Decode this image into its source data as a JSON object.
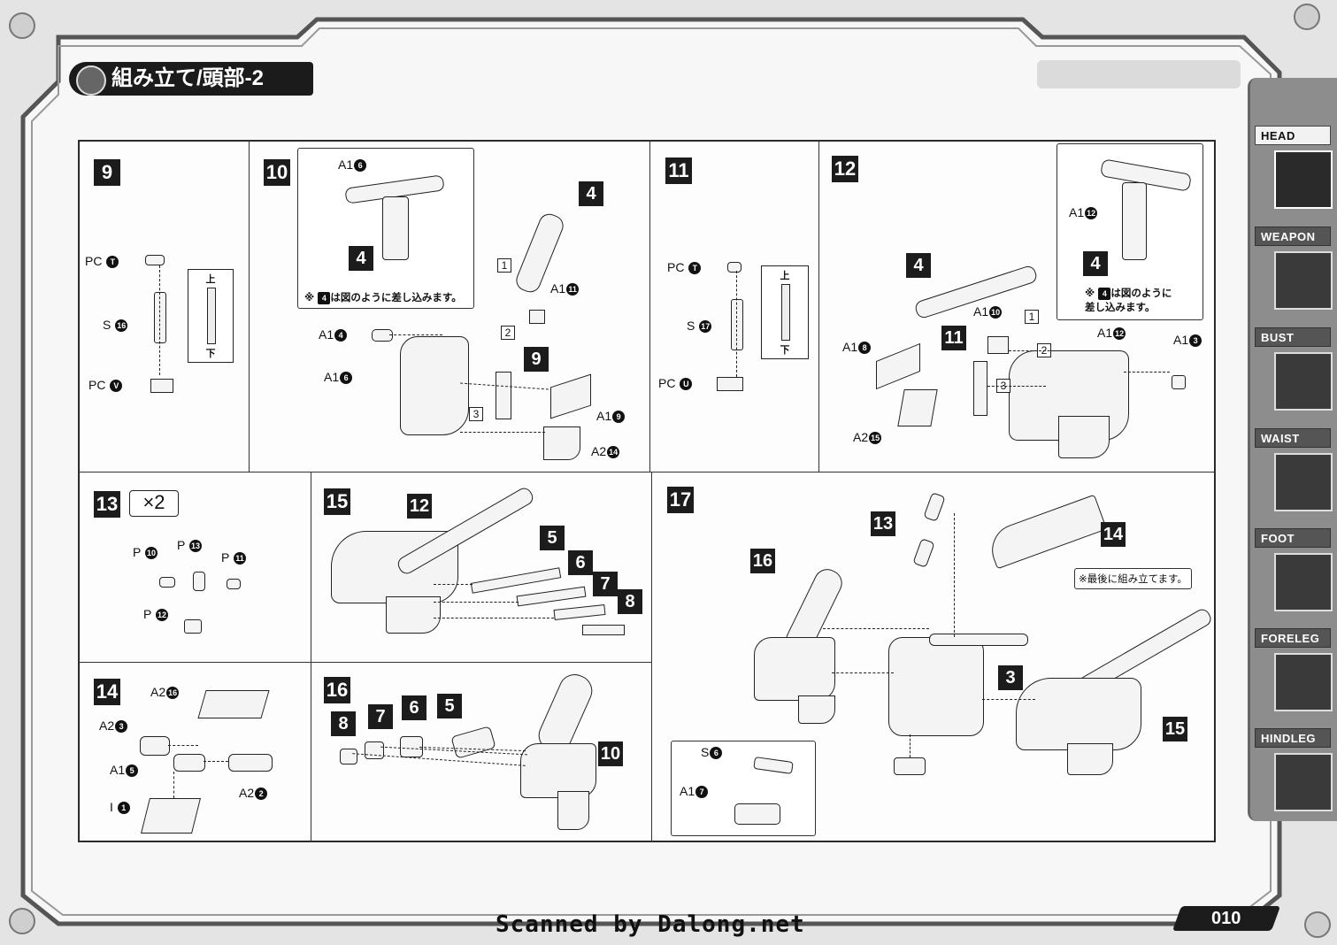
{
  "header": {
    "title": "組み立て/頭部-2"
  },
  "sidebar": {
    "tabs": [
      {
        "label": "HEAD",
        "active": true
      },
      {
        "label": "WEAPON",
        "active": false
      },
      {
        "label": "BUST",
        "active": false
      },
      {
        "label": "WAIST",
        "active": false
      },
      {
        "label": "FOOT",
        "active": false
      },
      {
        "label": "FORELEG",
        "active": false
      },
      {
        "label": "HINDLEG",
        "active": false
      }
    ]
  },
  "steps": {
    "s9": {
      "number": "9",
      "pc_t": "PC",
      "pc_t_num": "T",
      "s16": "S",
      "s16_num": "16",
      "pc_v": "PC",
      "pc_v_num": "V",
      "top": "上",
      "bottom": "下"
    },
    "s10": {
      "number": "10",
      "a1_6_inset": "A1",
      "a1_6_inset_num": "6",
      "part4_inset": "4",
      "note_prefix": "※",
      "note_num": "4",
      "note": "は図のように差し込みます。",
      "part4": "4",
      "a1_11": "A1",
      "a1_11_num": "11",
      "a1_4": "A1",
      "a1_4_num": "4",
      "a1_6": "A1",
      "a1_6_num": "6",
      "part9": "9",
      "a1_9": "A1",
      "a1_9_num": "9",
      "a2_14": "A2",
      "a2_14_num": "14",
      "box1": "1",
      "box2": "2",
      "box3": "3"
    },
    "s11": {
      "number": "11",
      "pc_t": "PC",
      "pc_t_num": "T",
      "s17": "S",
      "s17_num": "17",
      "pc_u": "PC",
      "pc_u_num": "U",
      "top": "上",
      "bottom": "下"
    },
    "s12": {
      "number": "12",
      "a1_12_inset": "A1",
      "a1_12_inset_num": "12",
      "part4_inset": "4",
      "note_prefix": "※",
      "note_num": "4",
      "note_line1": "は図のように",
      "note_line2": "差し込みます。",
      "part4": "4",
      "a1_10": "A1",
      "a1_10_num": "10",
      "part11": "11",
      "a1_8": "A1",
      "a1_8_num": "8",
      "a1_12": "A1",
      "a1_12_num": "12",
      "a1_3": "A1",
      "a1_3_num": "3",
      "a2_15": "A2",
      "a2_15_num": "15",
      "box1": "1",
      "box2": "2",
      "box3": "3"
    },
    "s13": {
      "number": "13",
      "qty": "×2",
      "p10": "P",
      "p10_num": "10",
      "p13": "P",
      "p13_num": "13",
      "p11": "P",
      "p11_num": "11",
      "p12": "P",
      "p12_num": "12"
    },
    "s14": {
      "number": "14",
      "a2_16": "A2",
      "a2_16_num": "16",
      "a2_3": "A2",
      "a2_3_num": "3",
      "a1_5": "A1",
      "a1_5_num": "5",
      "a2_2": "A2",
      "a2_2_num": "2",
      "i1": "I",
      "i1_num": "1"
    },
    "s15": {
      "number": "15",
      "p12": "12",
      "p5": "5",
      "p6": "6",
      "p7": "7",
      "p8": "8"
    },
    "s16": {
      "number": "16",
      "p8": "8",
      "p7": "7",
      "p6": "6",
      "p5": "5",
      "p10": "10"
    },
    "s17": {
      "number": "17",
      "p13": "13",
      "p14": "14",
      "p16": "16",
      "p3": "3",
      "p15": "15",
      "note": "※最後に組み立てます。",
      "s6": "S",
      "s6_num": "6",
      "a1_7": "A1",
      "a1_7_num": "7"
    }
  },
  "footer": {
    "credit": "Scanned by Dalong.net",
    "page": "010"
  }
}
